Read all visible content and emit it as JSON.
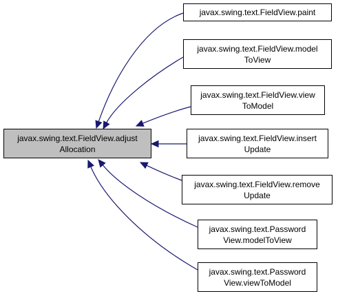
{
  "colors": {
    "edge": "#191970",
    "focus_fill": "#bfbfbf",
    "node_fill": "#ffffff",
    "border": "#000000"
  },
  "focus": {
    "lines": [
      "javax.swing.text.FieldView.adjust",
      "Allocation"
    ]
  },
  "callers": [
    {
      "lines": [
        "javax.swing.text.FieldView.paint"
      ]
    },
    {
      "lines": [
        "javax.swing.text.FieldView.model",
        "ToView"
      ]
    },
    {
      "lines": [
        "javax.swing.text.FieldView.view",
        "ToModel"
      ]
    },
    {
      "lines": [
        "javax.swing.text.FieldView.insert",
        "Update"
      ]
    },
    {
      "lines": [
        "javax.swing.text.FieldView.remove",
        "Update"
      ]
    },
    {
      "lines": [
        "javax.swing.text.Password",
        "View.modelToView"
      ]
    },
    {
      "lines": [
        "javax.swing.text.Password",
        "View.viewToModel"
      ]
    }
  ]
}
